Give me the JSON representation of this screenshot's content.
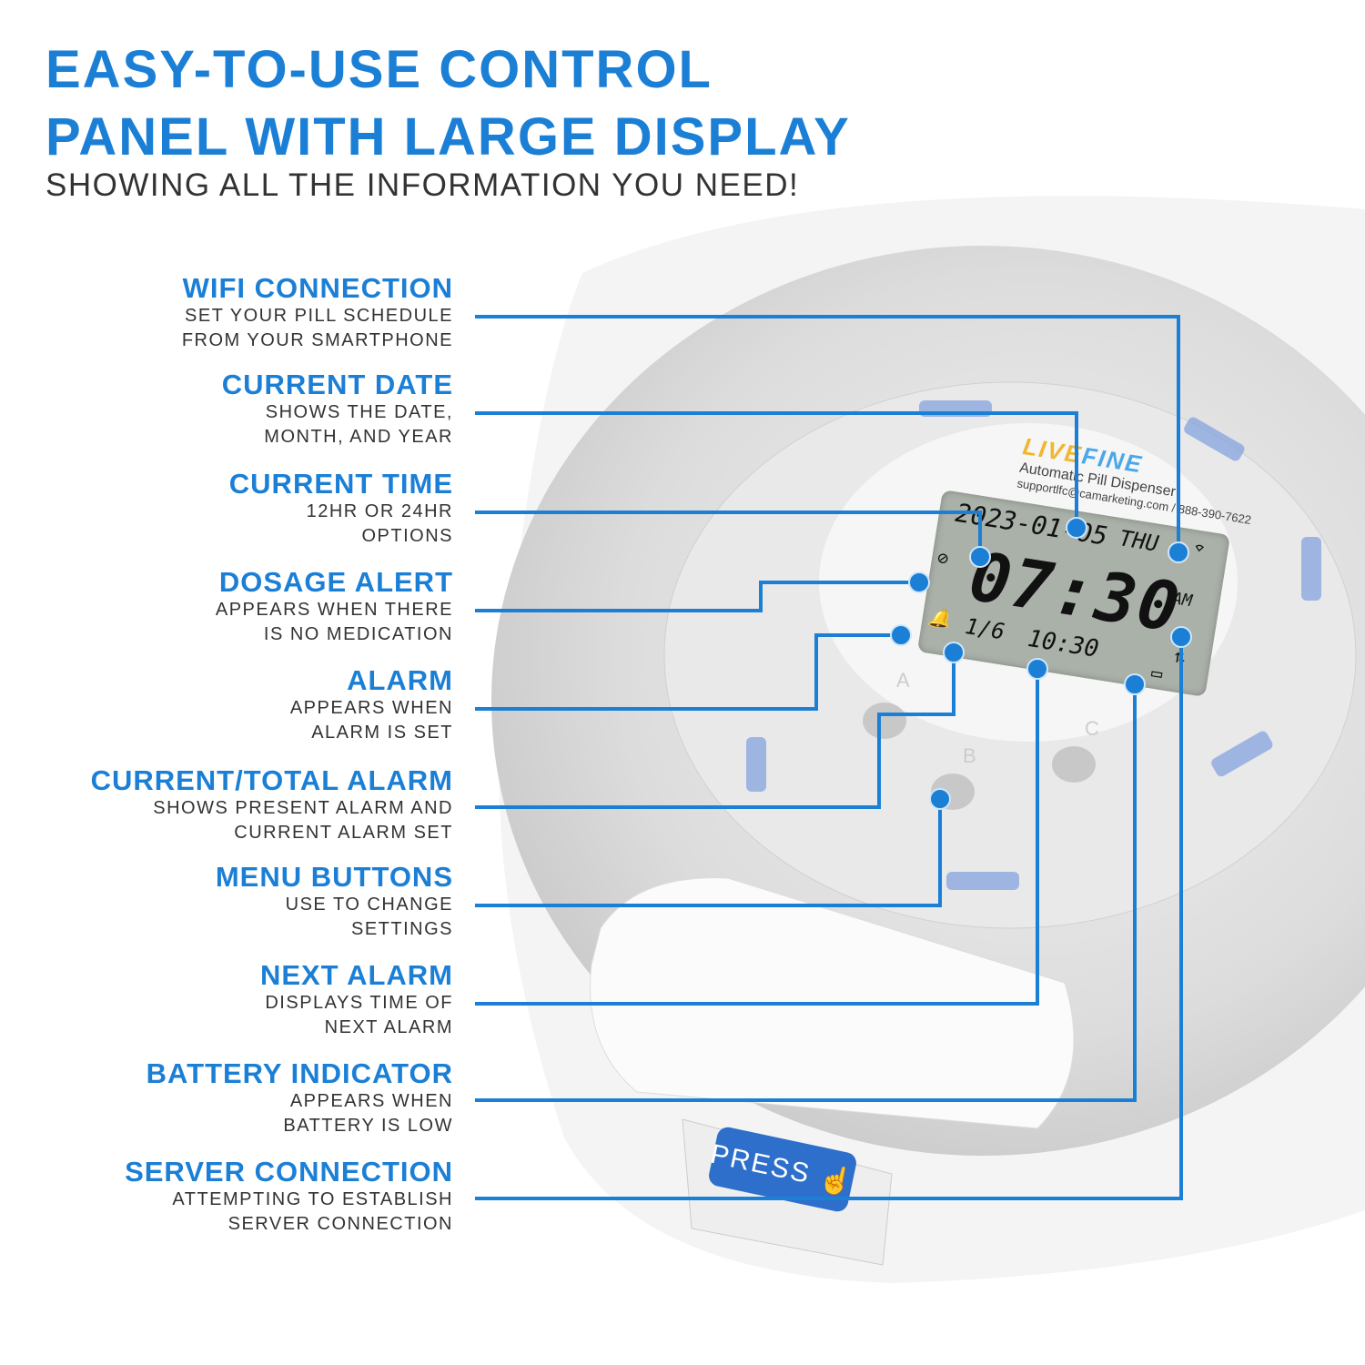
{
  "header": {
    "title_line1": "EASY-TO-USE CONTROL",
    "title_line2": "PANEL WITH LARGE DISPLAY",
    "subtitle": "SHOWING ALL THE INFORMATION YOU NEED!"
  },
  "callouts": [
    {
      "title": "WIFI CONNECTION",
      "line1": "SET YOUR PILL SCHEDULE",
      "line2": "FROM YOUR SMARTPHONE"
    },
    {
      "title": "CURRENT DATE",
      "line1": "SHOWS THE DATE,",
      "line2": "MONTH, AND YEAR"
    },
    {
      "title": "CURRENT TIME",
      "line1": "12HR OR 24HR",
      "line2": "OPTIONS"
    },
    {
      "title": "DOSAGE ALERT",
      "line1": "APPEARS WHEN THERE",
      "line2": "IS NO MEDICATION"
    },
    {
      "title": "ALARM",
      "line1": "APPEARS WHEN",
      "line2": "ALARM IS SET"
    },
    {
      "title": "CURRENT/TOTAL ALARM",
      "line1": "SHOWS PRESENT ALARM AND",
      "line2": "CURRENT ALARM SET"
    },
    {
      "title": "MENU BUTTONS",
      "line1": "USE TO CHANGE",
      "line2": "SETTINGS"
    },
    {
      "title": "NEXT ALARM",
      "line1": "DISPLAYS TIME OF",
      "line2": "NEXT ALARM"
    },
    {
      "title": "BATTERY INDICATOR",
      "line1": "APPEARS WHEN",
      "line2": "BATTERY IS LOW"
    },
    {
      "title": "SERVER CONNECTION",
      "line1": "ATTEMPTING TO ESTABLISH",
      "line2": "SERVER CONNECTION"
    }
  ],
  "device": {
    "brand": "LIVEFINE",
    "brand_live": "LIVE",
    "brand_fine": "FINE",
    "product": "Automatic Pill Dispenser",
    "contact": "supportlfc@camarketing.com / 888-390-7622",
    "lcd": {
      "date": "2023-01-05",
      "weekday": "THU",
      "time": "07:30",
      "ampm": "AM",
      "alarm_count": "1/6",
      "next_alarm": "10:30"
    },
    "buttons": [
      "A",
      "B",
      "C"
    ],
    "press_label": "PRESS"
  },
  "colors": {
    "accent": "#1b7fd6",
    "text": "#333333",
    "lcd": "#a9b1a8",
    "press": "#2e6fcc"
  }
}
